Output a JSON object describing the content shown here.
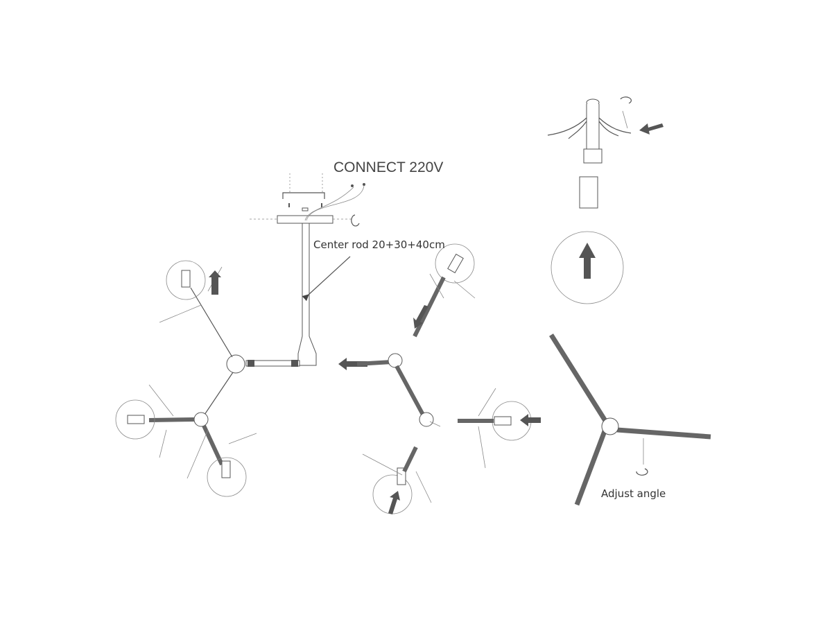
{
  "labels": {
    "connect": "CONNECT 220V",
    "center_rod": "Center rod 20+30+40cm",
    "adjust_angle": "Adjust angle"
  },
  "colors": {
    "line": "#555555",
    "arrow": "#555555",
    "background": "#ffffff"
  }
}
